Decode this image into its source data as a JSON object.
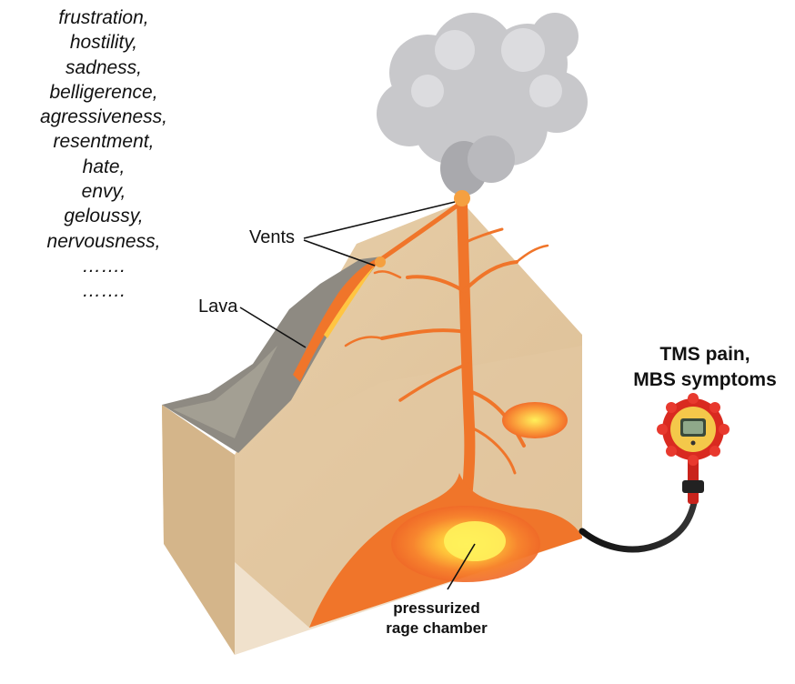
{
  "emotions": [
    "frustration,",
    "hostility,",
    "sadness,",
    "belligerence,",
    "agressiveness,",
    "resentment,",
    "hate,",
    "envy,",
    "geloussy,",
    "nervousness,",
    "…….",
    "……."
  ],
  "labels": {
    "vents": "Vents",
    "lava": "Lava",
    "gauge": [
      "TMS pain,",
      "MBS symptoms"
    ],
    "chamber": [
      "pressurized",
      "rage chamber"
    ]
  },
  "colors": {
    "rock": "#e2c9a3",
    "rock_side": "#d7b98f",
    "lava": "#f0752a",
    "magma_core": "#ffe14a",
    "ash": "#c9c9cc",
    "gauge_red": "#d92a20",
    "hose": "#1b1b1b"
  }
}
